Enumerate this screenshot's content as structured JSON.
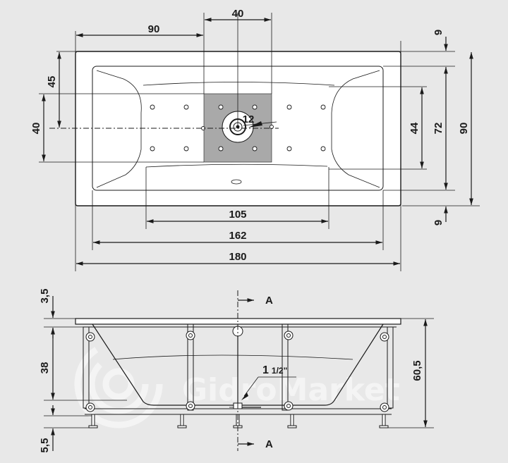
{
  "top_view": {
    "dims": {
      "overall_length": "180",
      "inner_length": "162",
      "jet_spacing_length": "105",
      "drain_offset_x": "90",
      "plate_width": "40",
      "drain_offset_y": "45",
      "plate_height": "40",
      "jet_spacing_width": "44",
      "inner_width": "72",
      "overall_width": "90",
      "rim_top": "9",
      "rim_bottom": "9",
      "drain_diameter": "12"
    }
  },
  "side_view": {
    "dims": {
      "rim_thickness": "3,5",
      "frame_height": "38",
      "foot_height": "5,5",
      "total_height": "60,5",
      "drain_pipe": "1",
      "drain_pipe_fraction": "1/2\""
    },
    "section_label_top": "A",
    "section_label_bottom": "A"
  },
  "watermark": "GidroMarket",
  "colors": {
    "background": "#e8e8e8",
    "tub": "#ffffff",
    "plate": "#a9a9a9",
    "line": "#1a1a1a"
  }
}
